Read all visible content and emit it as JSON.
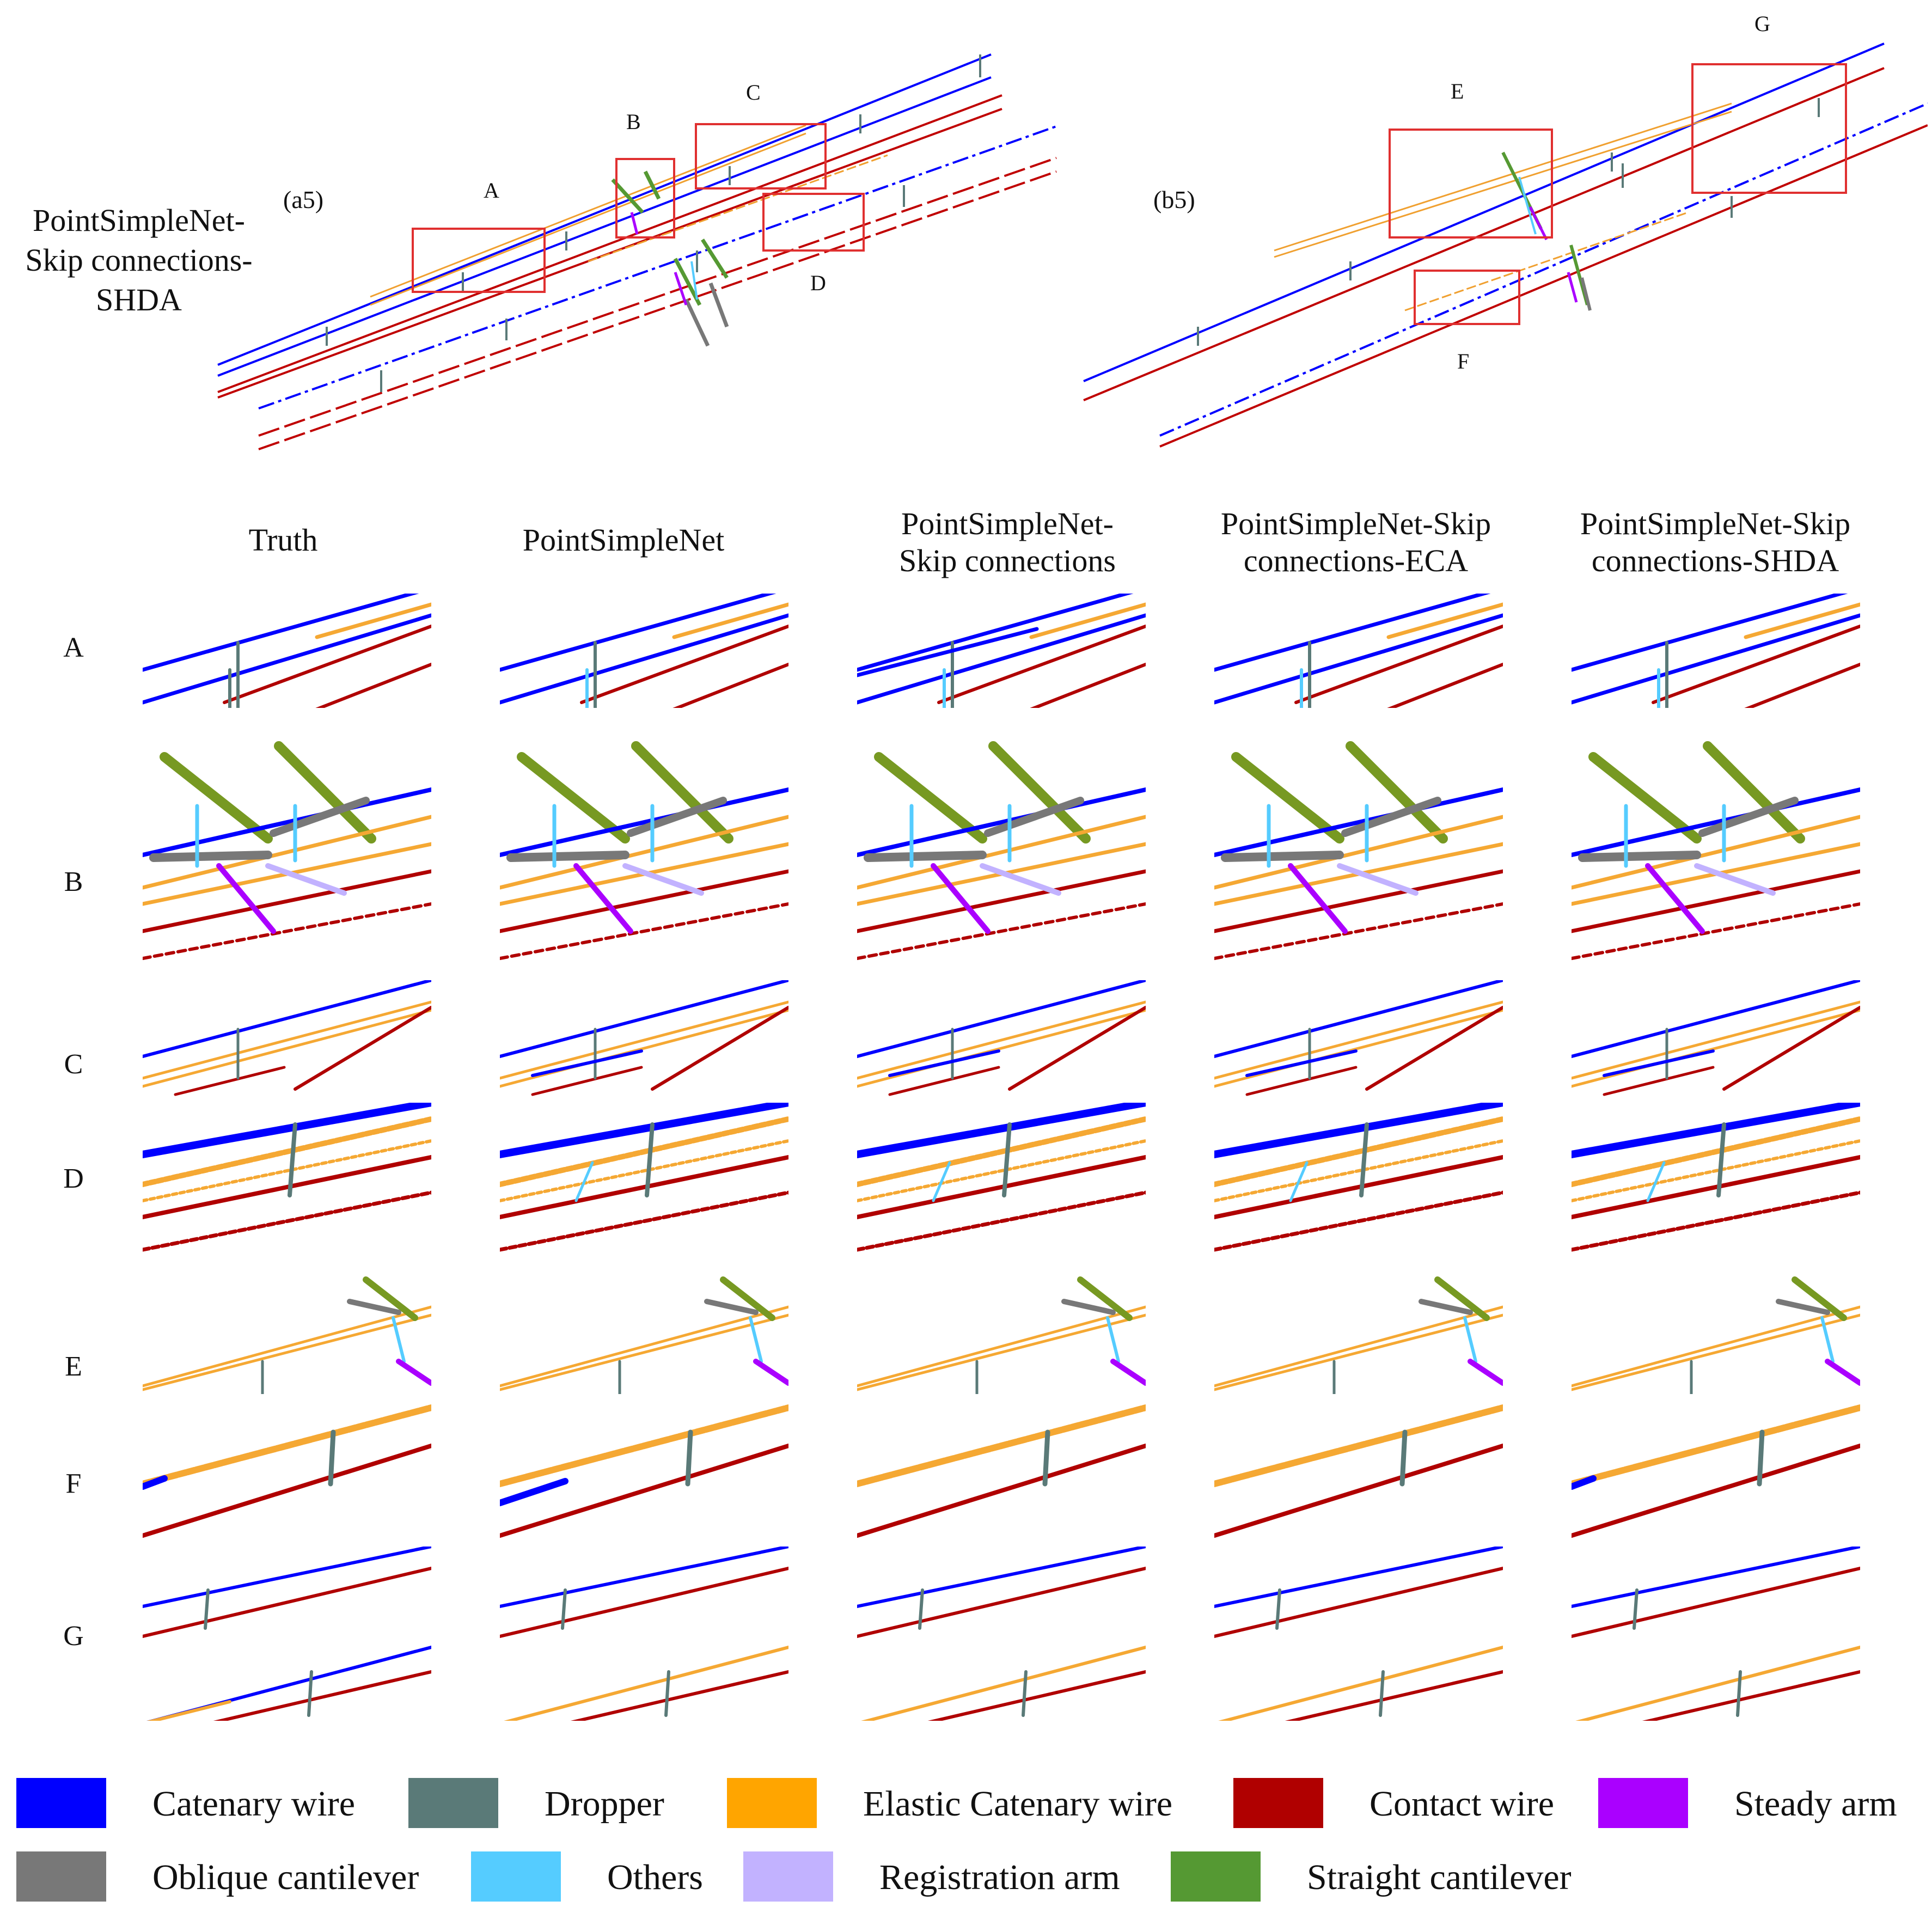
{
  "overview": {
    "side_title_lines": [
      "PointSimpleNet-",
      "Skip connections-",
      "SHDA"
    ],
    "panel_a_tag": "(a5)",
    "panel_b_tag": "(b5)",
    "regions": [
      "A",
      "B",
      "C",
      "D",
      "E",
      "F",
      "G"
    ]
  },
  "columns": [
    [
      "Truth"
    ],
    [
      "PointSimpleNet"
    ],
    [
      "PointSimpleNet-",
      "Skip connections"
    ],
    [
      "PointSimpleNet-Skip",
      "connections-ECA"
    ],
    [
      "PointSimpleNet-Skip",
      "connections-SHDA"
    ]
  ],
  "rows": [
    "A",
    "B",
    "C",
    "D",
    "E",
    "F",
    "G"
  ],
  "legend": [
    {
      "label": "Catenary wire",
      "color": "#0000ff"
    },
    {
      "label": "Dropper",
      "color": "#5a7a78"
    },
    {
      "label": "Elastic Catenary wire",
      "color": "#ffa500"
    },
    {
      "label": "Contact wire",
      "color": "#b00000"
    },
    {
      "label": "Steady arm",
      "color": "#aa00ff"
    },
    {
      "label": "Oblique cantilever",
      "color": "#787878"
    },
    {
      "label": "Others",
      "color": "#55ccff"
    },
    {
      "label": "Registration arm",
      "color": "#c2b2ff"
    },
    {
      "label": "Straight cantilever",
      "color": "#559933"
    }
  ]
}
